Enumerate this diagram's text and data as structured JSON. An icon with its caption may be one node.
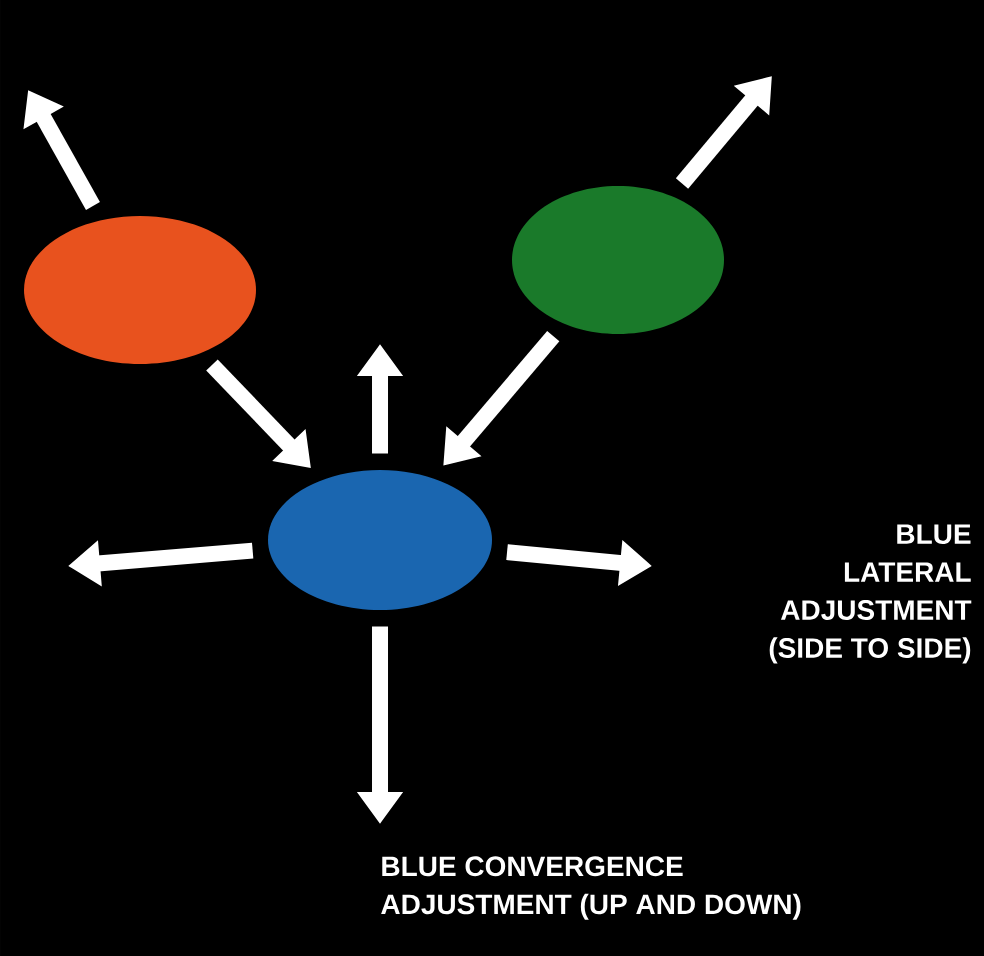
{
  "diagram": {
    "nodes": [
      {
        "text": [],
        "shape": "circle"
      },
      {
        "text": [],
        "shape": "circle"
      },
      {
        "text": [],
        "shape": "circle"
      }
    ],
    "edges": [
      {
        "from": 0,
        "to": null,
        "arrow": "to"
      },
      {
        "from": 1,
        "to": null,
        "arrow": "to"
      },
      {
        "from": 0,
        "to": 2,
        "arrow": "to"
      },
      {
        "from": 1,
        "to": 2,
        "arrow": "to"
      },
      {
        "from": 2,
        "to": null,
        "arrow": "to"
      },
      {
        "from": 2,
        "to": null,
        "arrow": "to"
      },
      {
        "from": 2,
        "to": null,
        "arrow": "to"
      },
      {
        "from": 2,
        "to": null,
        "arrow": "to"
      }
    ],
    "labels": [
      "BLUE LATERAL ADJUSTMENT (SIDE TO SIDE)",
      "BLUE CONVERGENCE ADJUSTMENT (UP AND DOWN)"
    ]
  }
}
